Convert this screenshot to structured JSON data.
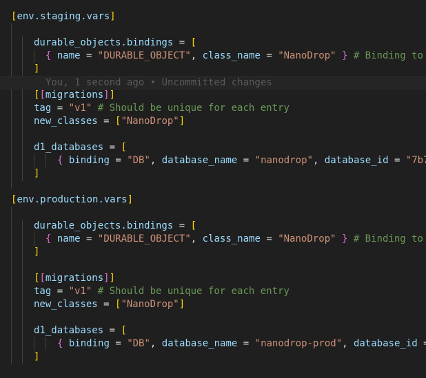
{
  "editor": {
    "theme_colors": {
      "background": "#1f1f1f",
      "key": "#9cdcfe",
      "string": "#ce9178",
      "comment": "#6a9955",
      "bracket_gold": "#ffd700",
      "bracket_pink": "#da70d6"
    },
    "blame": {
      "text": "You, 1 second ago • Uncommitted changes"
    },
    "staging": {
      "header": "env.staging.vars",
      "do_key": "durable_objects.bindings",
      "binding_name_key": "name",
      "binding_name_val": "\"DURABLE_OBJECT\"",
      "class_name_key": "class_name",
      "class_name_val": "\"NanoDrop\"",
      "binding_comment": "# Binding to",
      "migrations_header": "migrations",
      "tag_key": "tag",
      "tag_val": "\"v1\"",
      "tag_comment": "# Should be unique for each entry",
      "new_classes_key": "new_classes",
      "new_classes_val": "\"NanoDrop\"",
      "d1_key": "d1_databases",
      "d1_binding_key": "binding",
      "d1_binding_val": "\"DB\"",
      "d1_dbname_key": "database_name",
      "d1_dbname_val": "\"nanodrop\"",
      "d1_dbid_key": "database_id",
      "d1_dbid_val": "\"7b7"
    },
    "production": {
      "header": "env.production.vars",
      "do_key": "durable_objects.bindings",
      "binding_name_key": "name",
      "binding_name_val": "\"DURABLE_OBJECT\"",
      "class_name_key": "class_name",
      "class_name_val": "\"NanoDrop\"",
      "binding_comment": "# Binding to",
      "migrations_header": "migrations",
      "tag_key": "tag",
      "tag_val": "\"v1\"",
      "tag_comment": "# Should be unique for each entry",
      "new_classes_key": "new_classes",
      "new_classes_val": "\"NanoDrop\"",
      "d1_key": "d1_databases",
      "d1_binding_key": "binding",
      "d1_binding_val": "\"DB\"",
      "d1_dbname_key": "database_name",
      "d1_dbname_val": "\"nanodrop-prod\"",
      "d1_dbid_key": "database_id",
      "d1_dbid_tail": "="
    }
  }
}
